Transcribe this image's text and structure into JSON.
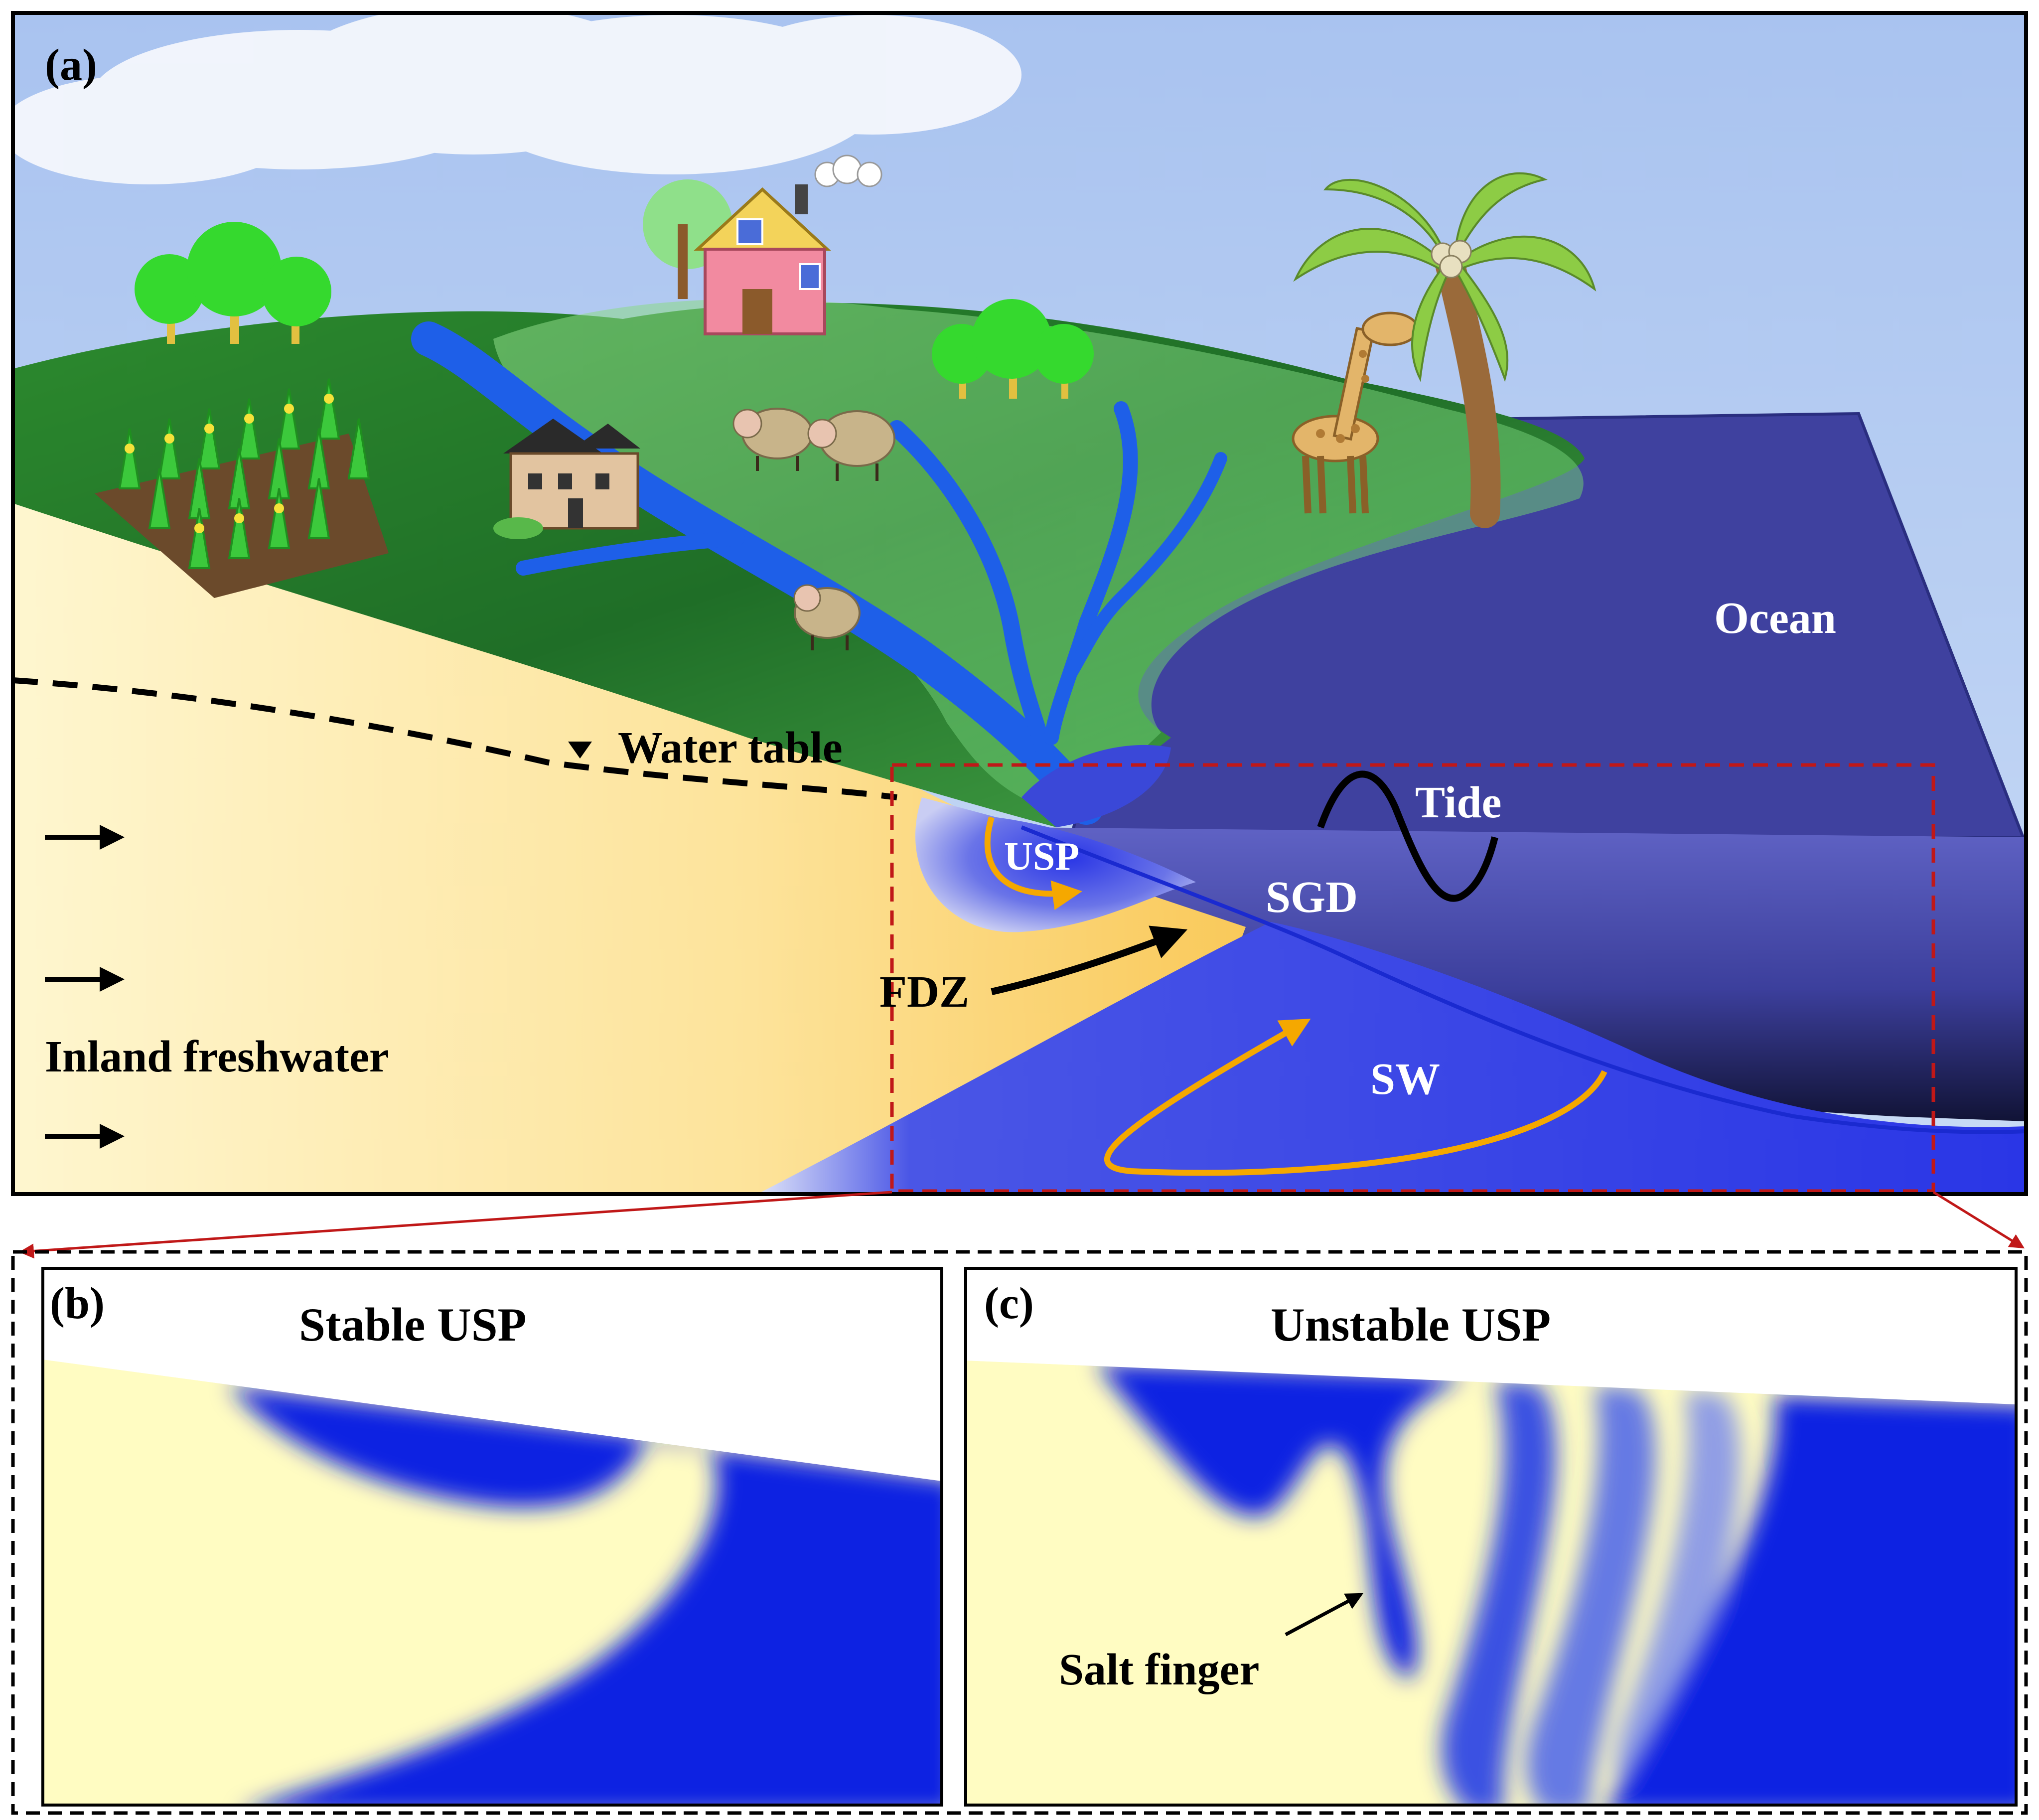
{
  "panel_a": {
    "tag": "(a)",
    "labels": {
      "ocean": "Ocean",
      "tide": "Tide",
      "sgd": "SGD",
      "usp": "USP",
      "fdz": "FDZ",
      "sw": "SW",
      "water_table": "Water table",
      "inland_freshwater": "Inland freshwater"
    }
  },
  "panel_b": {
    "tag": "(b)",
    "title": "Stable USP"
  },
  "panel_c": {
    "tag": "(c)",
    "title": "Unstable USP",
    "annotation": "Salt finger"
  },
  "colors": {
    "sky": "#b7cdf0",
    "ocean_surface": "#3d3f9e",
    "seawater": "#2a34e0",
    "freshwater_sand": "#fde9a8",
    "land_green": "#2f8a2f",
    "river": "#1e5fe8",
    "flow_arrow": "#f5a800",
    "zoom_box": "#c01818"
  }
}
